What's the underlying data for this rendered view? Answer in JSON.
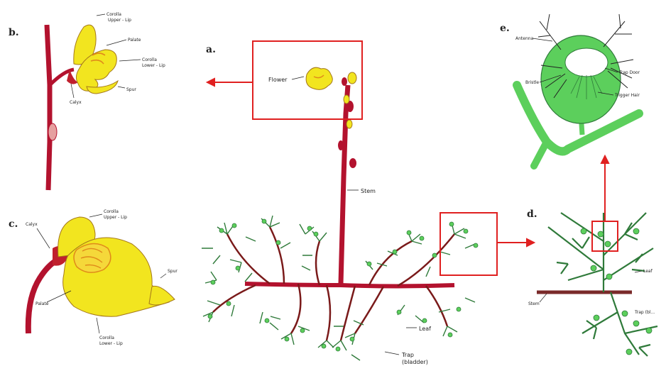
{
  "panels": {
    "a": {
      "letter": "a.",
      "labels": {
        "flower": "Flower",
        "stem": "Stem",
        "leaf": "Leaf",
        "trap": "Trap",
        "trap_sub": "(bladder)"
      }
    },
    "b": {
      "letter": "b.",
      "labels": {
        "corolla_upper_1": "Corolla",
        "corolla_upper_2": "Upper - Lip",
        "palate": "Palate",
        "corolla_lower_1": "Corolla",
        "corolla_lower_2": "Lower - Lip",
        "spur": "Spur",
        "calyx": "Calyx"
      }
    },
    "c": {
      "letter": "c.",
      "labels": {
        "calyx": "Calyx",
        "corolla_upper_1": "Corolla",
        "corolla_upper_2": "Upper - Lip",
        "spur": "Spur",
        "palate": "Palate",
        "corolla_lower_1": "Corolla",
        "corolla_lower_2": "Lower - Lip"
      }
    },
    "d": {
      "letter": "d.",
      "labels": {
        "leaf": "Leaf",
        "stem": "Stem",
        "trap": "Trap (bl..."
      }
    },
    "e": {
      "letter": "e.",
      "labels": {
        "antenna": "Antenna",
        "bristle": "Bristle",
        "trap_door": "Trap Door",
        "trigger_hair": "Trigger Hair"
      }
    }
  },
  "colors": {
    "stem": "#b3122e",
    "flower": "#f2e51f",
    "flower_detail": "#e08a1a",
    "leaf": "#2f7a3a",
    "trap": "#5ccf5c",
    "callout": "#e02020"
  }
}
